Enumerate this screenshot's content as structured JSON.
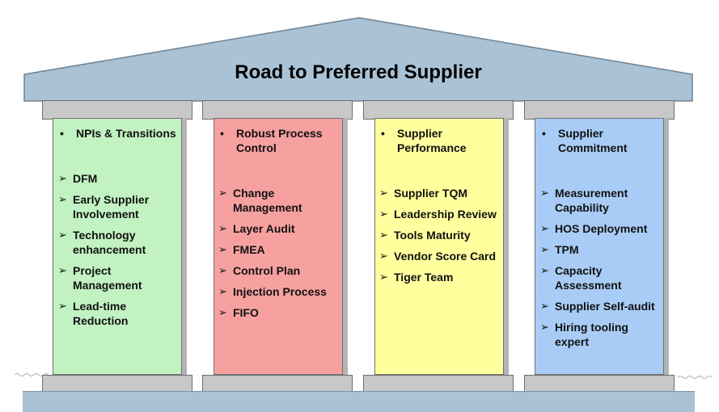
{
  "title": "Road to Preferred Supplier",
  "colors": {
    "roof": "#a9c2d6",
    "cap": "#c8c8c8",
    "pillar_1": "#c2f2c2",
    "pillar_2": "#f7a0a0",
    "pillar_3": "#ffff9e",
    "pillar_4": "#a8ccf5"
  },
  "pillars": [
    {
      "heading": "NPIs & Transitions",
      "items": [
        "DFM",
        "Early Supplier Involvement",
        "Technology enhancement",
        "Project Management",
        "Lead-time Reduction"
      ]
    },
    {
      "heading": "Robust Process Control",
      "items": [
        "Change Management",
        "Layer Audit",
        "FMEA",
        "Control Plan",
        "Injection Process",
        "FIFO"
      ]
    },
    {
      "heading": "Supplier Performance",
      "items": [
        "Supplier TQM",
        "Leadership Review",
        "Tools Maturity",
        "Vendor Score Card",
        "Tiger Team"
      ]
    },
    {
      "heading": "Supplier Commitment",
      "items": [
        "Measurement Capability",
        "HOS Deployment",
        "TPM",
        "Capacity Assessment",
        "Supplier Self-audit",
        "Hiring tooling expert"
      ]
    }
  ]
}
